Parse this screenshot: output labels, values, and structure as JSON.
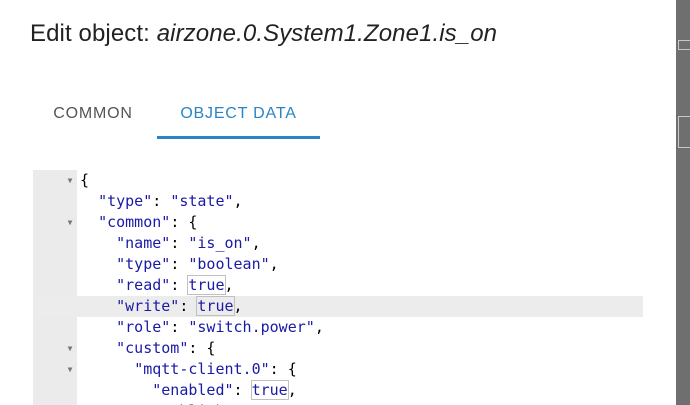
{
  "dialog": {
    "title_prefix": "Edit object: ",
    "object_id": "airzone.0.System1.Zone1.is_on"
  },
  "tabs": [
    {
      "label": "COMMON",
      "active": false
    },
    {
      "label": "OBJECT DATA",
      "active": true
    }
  ],
  "editor": {
    "lines": [
      {
        "fold": "▼",
        "text": "{"
      },
      {
        "fold": "",
        "text": "  \"type\": \"state\","
      },
      {
        "fold": "▼",
        "text": "  \"common\": {"
      },
      {
        "fold": "",
        "text": "    \"name\": \"is_on\","
      },
      {
        "fold": "",
        "text": "    \"type\": \"boolean\","
      },
      {
        "fold": "",
        "text": "    \"read\": true,"
      },
      {
        "fold": "",
        "text": "    \"write\": true,"
      },
      {
        "fold": "",
        "text": "    \"role\": \"switch.power\","
      },
      {
        "fold": "▼",
        "text": "    \"custom\": {"
      },
      {
        "fold": "▼",
        "text": "      \"mqtt-client.0\": {"
      },
      {
        "fold": "",
        "text": "        \"enabled\": true,"
      },
      {
        "fold": "",
        "text": "        \"publish\": "
      }
    ],
    "active_line": 6,
    "highlight_color": "#f4f000"
  },
  "colors": {
    "accent": "#2a84c6",
    "json_value": "#1a1aa6"
  }
}
